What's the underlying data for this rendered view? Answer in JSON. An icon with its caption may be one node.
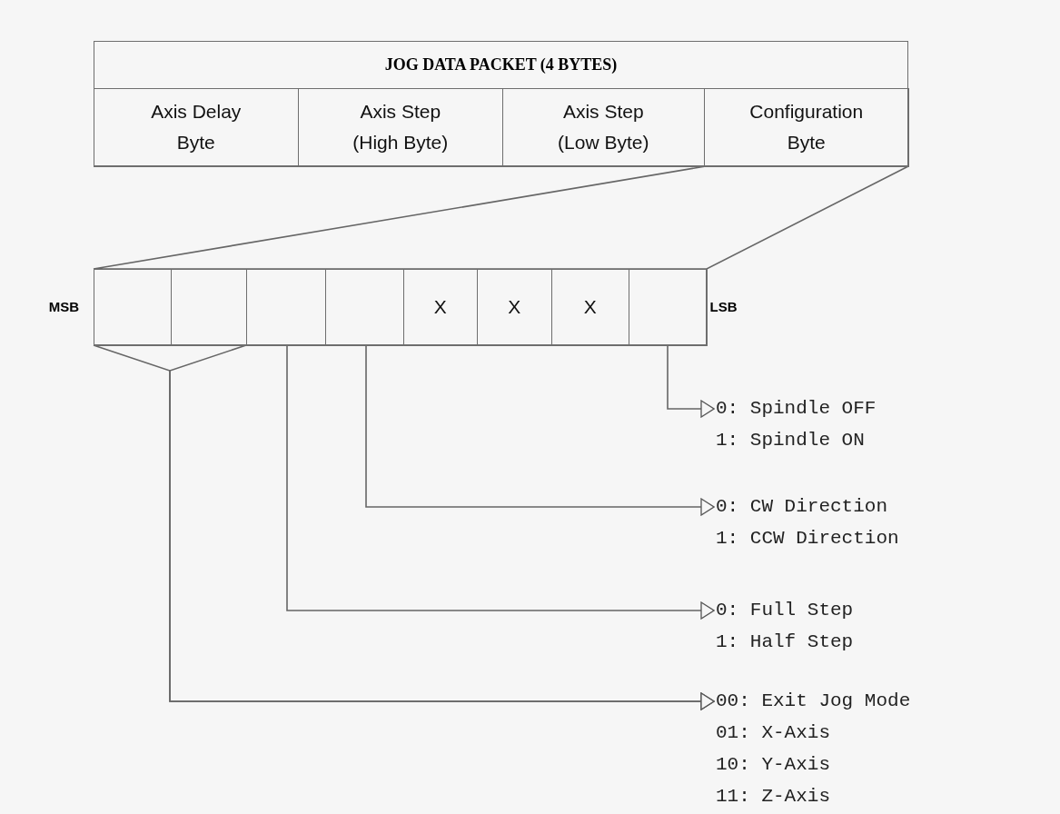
{
  "diagram": {
    "nodes": [
      {
        "text": [
          "JOG DATA PACKET (4 BYTES)"
        ]
      },
      {
        "text": [
          "Axis Delay Byte"
        ],
        "in": 0
      },
      {
        "text": [
          "Axis Step (High Byte)"
        ],
        "in": 0
      },
      {
        "text": [
          "Axis Step (Low Byte)"
        ],
        "in": 0
      },
      {
        "text": [
          "Configuration Byte"
        ],
        "in": 0
      },
      {
        "text": [],
        "shape": "box"
      },
      {
        "text": [],
        "in": 5,
        "shape": "box",
        "beside": [
          "MSB"
        ]
      },
      {
        "text": [],
        "in": 5,
        "shape": "box"
      },
      {
        "text": [],
        "in": 5,
        "shape": "box"
      },
      {
        "text": [],
        "in": 5,
        "shape": "box"
      },
      {
        "text": [
          "X"
        ],
        "in": 5
      },
      {
        "text": [
          "X"
        ],
        "in": 5
      },
      {
        "text": [
          "X"
        ],
        "in": 5
      },
      {
        "text": [],
        "in": 5,
        "shape": "box",
        "beside": [
          "LSB"
        ]
      },
      {
        "text": [
          "0: Spindle OFF",
          "1: Spindle ON"
        ]
      },
      {
        "text": [
          "0: CW Direction",
          "1: CCW Direction"
        ]
      },
      {
        "text": [
          "0: Full Step",
          "1: Half Step"
        ]
      },
      {
        "text": [
          "00: Exit Jog Mode",
          "01: X-Axis",
          "10: Y-Axis",
          "11: Z-Axis"
        ]
      }
    ],
    "edges": [
      {
        "from": 4,
        "to": 5,
        "arrow": "none"
      },
      {
        "from": 13,
        "to": 14,
        "arrow": "to"
      },
      {
        "from": 9,
        "to": 15,
        "arrow": "to"
      },
      {
        "from": 8,
        "to": 16,
        "arrow": "to"
      },
      {
        "from": 6,
        "to": 17,
        "arrow": "to"
      },
      {
        "from": 7,
        "to": 17,
        "arrow": "to"
      }
    ]
  }
}
